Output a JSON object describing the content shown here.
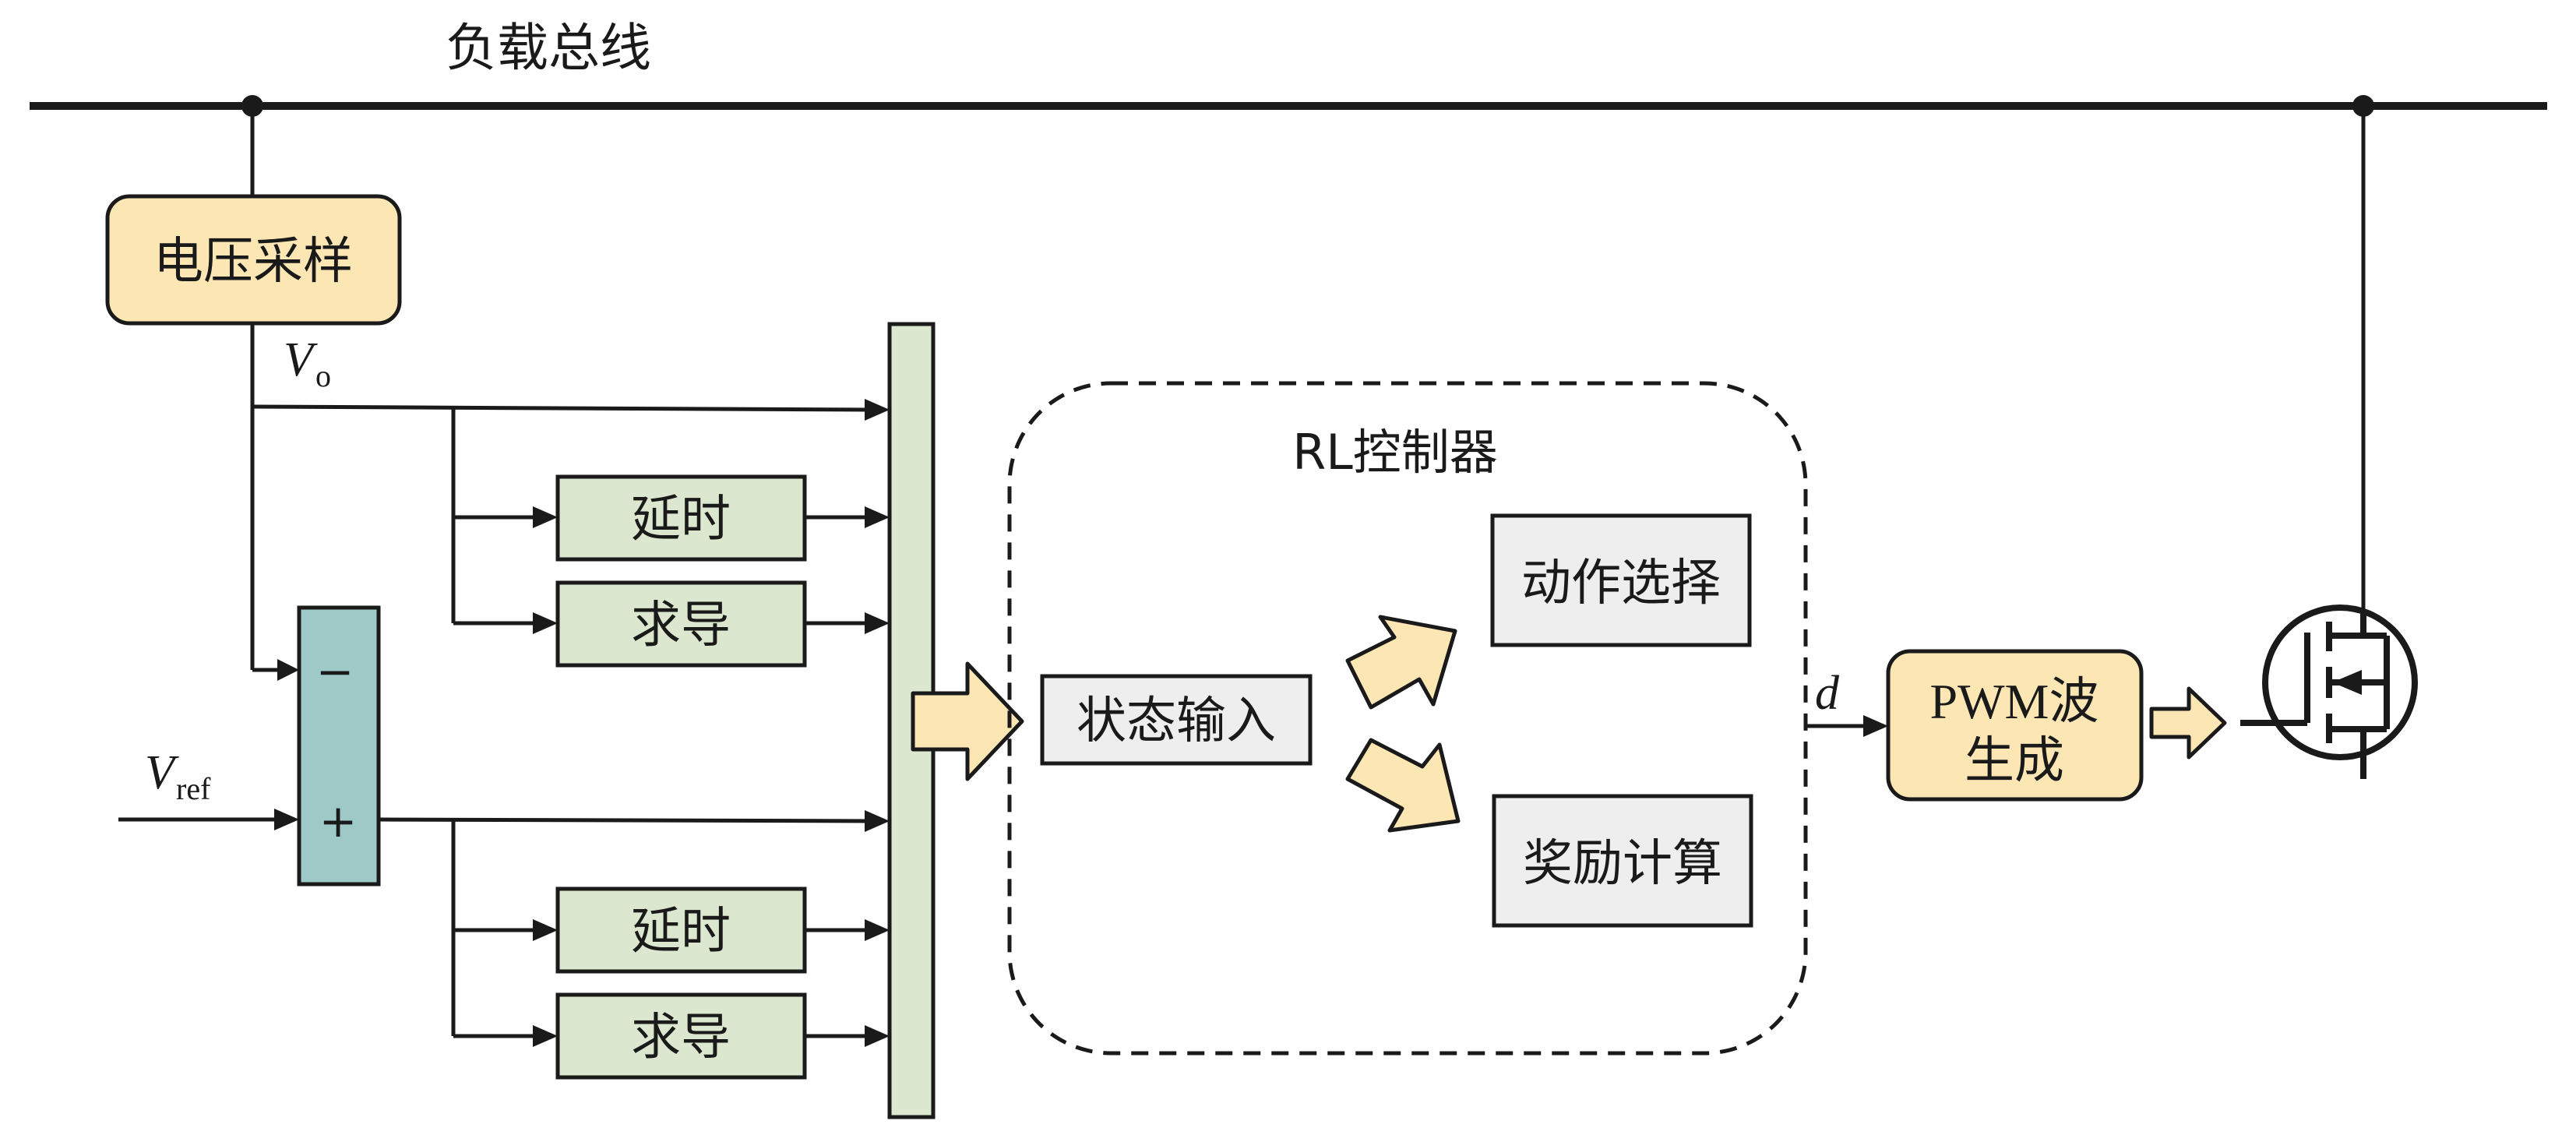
{
  "bus_label": "负载总线",
  "voltage_sampling": "电压采样",
  "vo_label": {
    "main": "V",
    "sub": "o"
  },
  "vref_label": {
    "main": "V",
    "sub": "ref"
  },
  "sum_minus": "−",
  "sum_plus": "+",
  "upper_delay": "延时",
  "upper_derivative": "求导",
  "lower_delay": "延时",
  "lower_derivative": "求导",
  "rl_controller": {
    "title": "RL控制器",
    "state_input": "状态输入",
    "action_selection": "动作选择",
    "reward_calculation": "奖励计算"
  },
  "duty_label": "d",
  "pwm_block": {
    "line1": "PWM波",
    "line2": "生成"
  },
  "colors": {
    "beige_block": "#fbe6b4",
    "green_block": "#dbe8cf",
    "teal_block": "#9ec9c7",
    "gray_block": "#eeeeee",
    "arrow_fill": "#fbe6b4"
  }
}
